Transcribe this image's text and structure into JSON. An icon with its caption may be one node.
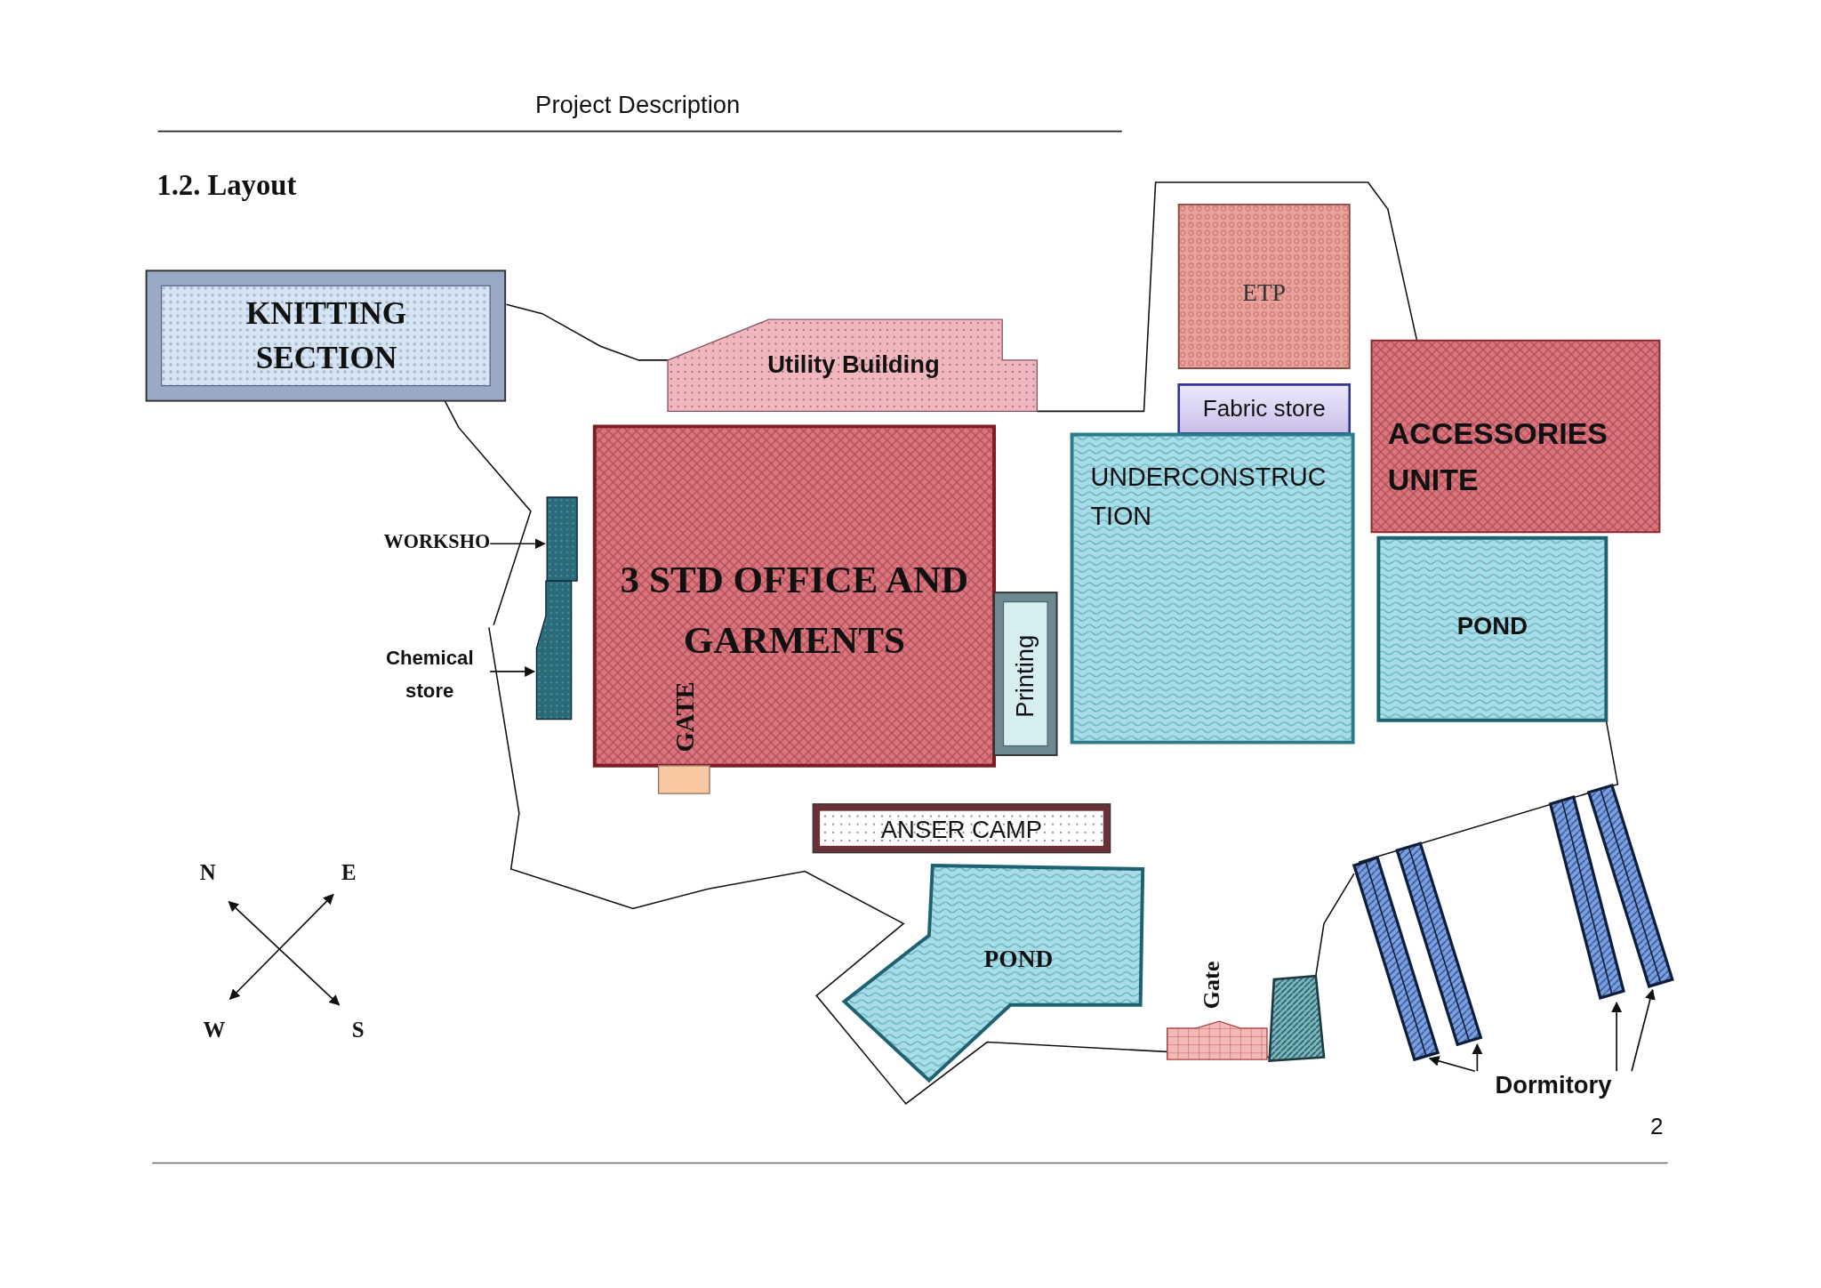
{
  "diagram": {
    "title": "1.2. Layout",
    "nodes": [
      {
        "text": [
          "KNITTING SECTION"
        ]
      },
      {
        "text": [
          "Utility Building"
        ]
      },
      {
        "text": [
          "ETP"
        ]
      },
      {
        "text": [
          "Fabric store"
        ]
      },
      {
        "text": [
          "ACCESSORIES UNITE"
        ]
      },
      {
        "text": [
          "3 STD OFFICE AND GARMENTS",
          "GATE"
        ]
      },
      {
        "text": [
          "Printing"
        ]
      },
      {
        "text": [
          "UNDERCONSTRUC TION"
        ]
      },
      {
        "text": [
          "POND"
        ]
      },
      {
        "text": [
          "ANSER CAMP"
        ]
      },
      {
        "text": [
          "POND"
        ]
      },
      {
        "text": [
          "WORKSHO"
        ]
      },
      {
        "text": [],
        "shape": "box"
      },
      {
        "text": [
          "Chemical store"
        ]
      },
      {
        "text": [],
        "shape": "box"
      },
      {
        "text": [],
        "shape": "box"
      },
      {
        "text": [
          "Gate"
        ]
      },
      {
        "text": [],
        "shape": "box"
      },
      {
        "text": [],
        "shape": "bar"
      },
      {
        "text": [],
        "shape": "bar"
      },
      {
        "text": [],
        "shape": "bar"
      },
      {
        "text": [],
        "shape": "bar"
      },
      {
        "text": [
          "Dormitory"
        ]
      }
    ],
    "edges": [
      {
        "from": 11,
        "to": 12,
        "arrow": "to"
      },
      {
        "from": 13,
        "to": 14,
        "arrow": "to"
      },
      {
        "from": 22,
        "to": 18,
        "arrow": "to"
      },
      {
        "from": 22,
        "to": 19,
        "arrow": "to"
      },
      {
        "from": 22,
        "to": 20,
        "arrow": "to"
      },
      {
        "from": 22,
        "to": 21,
        "arrow": "to"
      }
    ],
    "labels": [
      "Project Description",
      "N",
      "E",
      "W",
      "S",
      "2"
    ]
  }
}
